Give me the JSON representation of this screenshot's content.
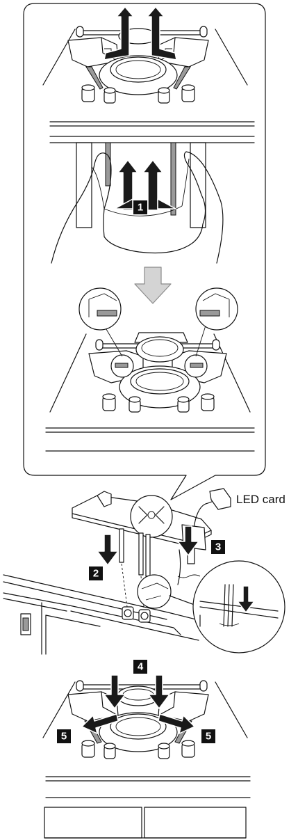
{
  "labels": {
    "led_card": "LED card"
  },
  "badges": {
    "step1": "1",
    "step2": "2",
    "step3": "3",
    "step4": "4",
    "step5_left": "5",
    "step5_right": "5"
  }
}
